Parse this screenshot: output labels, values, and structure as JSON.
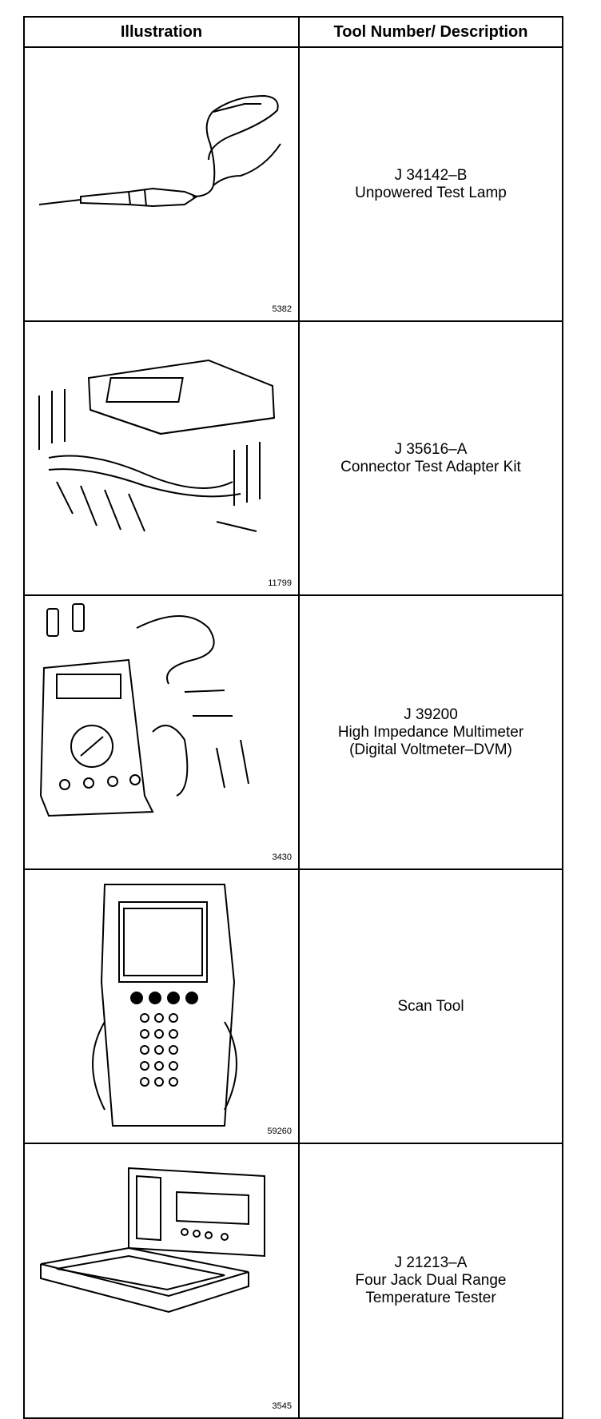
{
  "header": {
    "col1": "Illustration",
    "col2": "Tool Number/ Description"
  },
  "rows": [
    {
      "figure": "5382",
      "number": "J 34142–B",
      "desc": [
        "Unpowered Test Lamp"
      ]
    },
    {
      "figure": "11799",
      "number": "J 35616–A",
      "desc": [
        "Connector Test Adapter Kit"
      ]
    },
    {
      "figure": "3430",
      "number": "J 39200",
      "desc": [
        "High Impedance Multimeter",
        "(Digital Voltmeter–DVM)"
      ]
    },
    {
      "figure": "59260",
      "number": "",
      "desc": [
        "Scan Tool"
      ]
    },
    {
      "figure": "3545",
      "number": "J 21213–A",
      "desc": [
        "Four Jack Dual Range",
        "Temperature Tester"
      ]
    }
  ]
}
